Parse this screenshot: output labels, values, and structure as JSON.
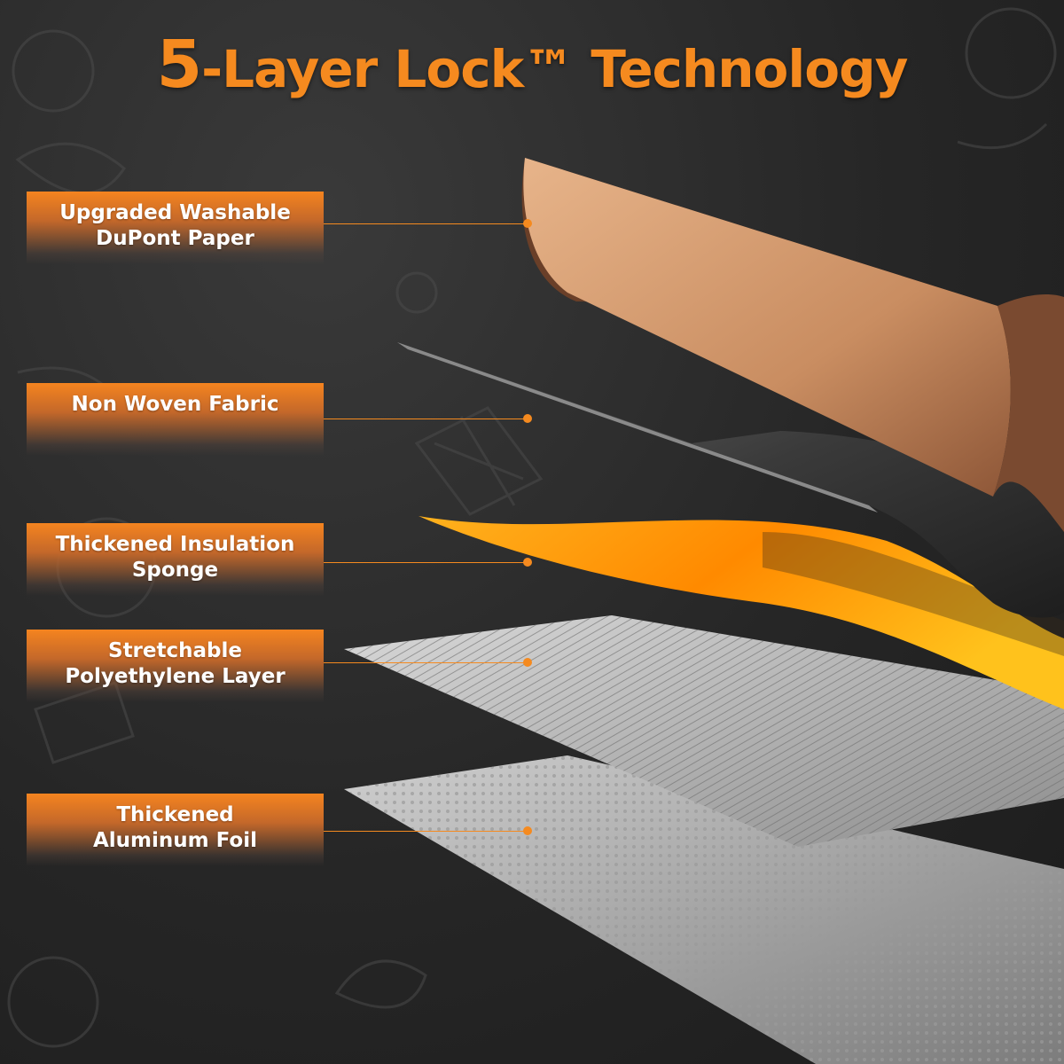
{
  "title": {
    "number": "5",
    "rest": "-Layer Lock™ Technology"
  },
  "colors": {
    "accent": "#f58a1f",
    "background": "#262626",
    "paper": "#d9a27a",
    "sponge": "#f5a31c",
    "foil": "#b8b8b8"
  },
  "layers": [
    {
      "label": "Upgraded Washable\nDuPont Paper"
    },
    {
      "label": "Non Woven Fabric"
    },
    {
      "label": "Thickened Insulation\nSponge"
    },
    {
      "label": "Stretchable\nPolyethylene Layer"
    },
    {
      "label": "Thickened\nAluminum Foil"
    }
  ]
}
